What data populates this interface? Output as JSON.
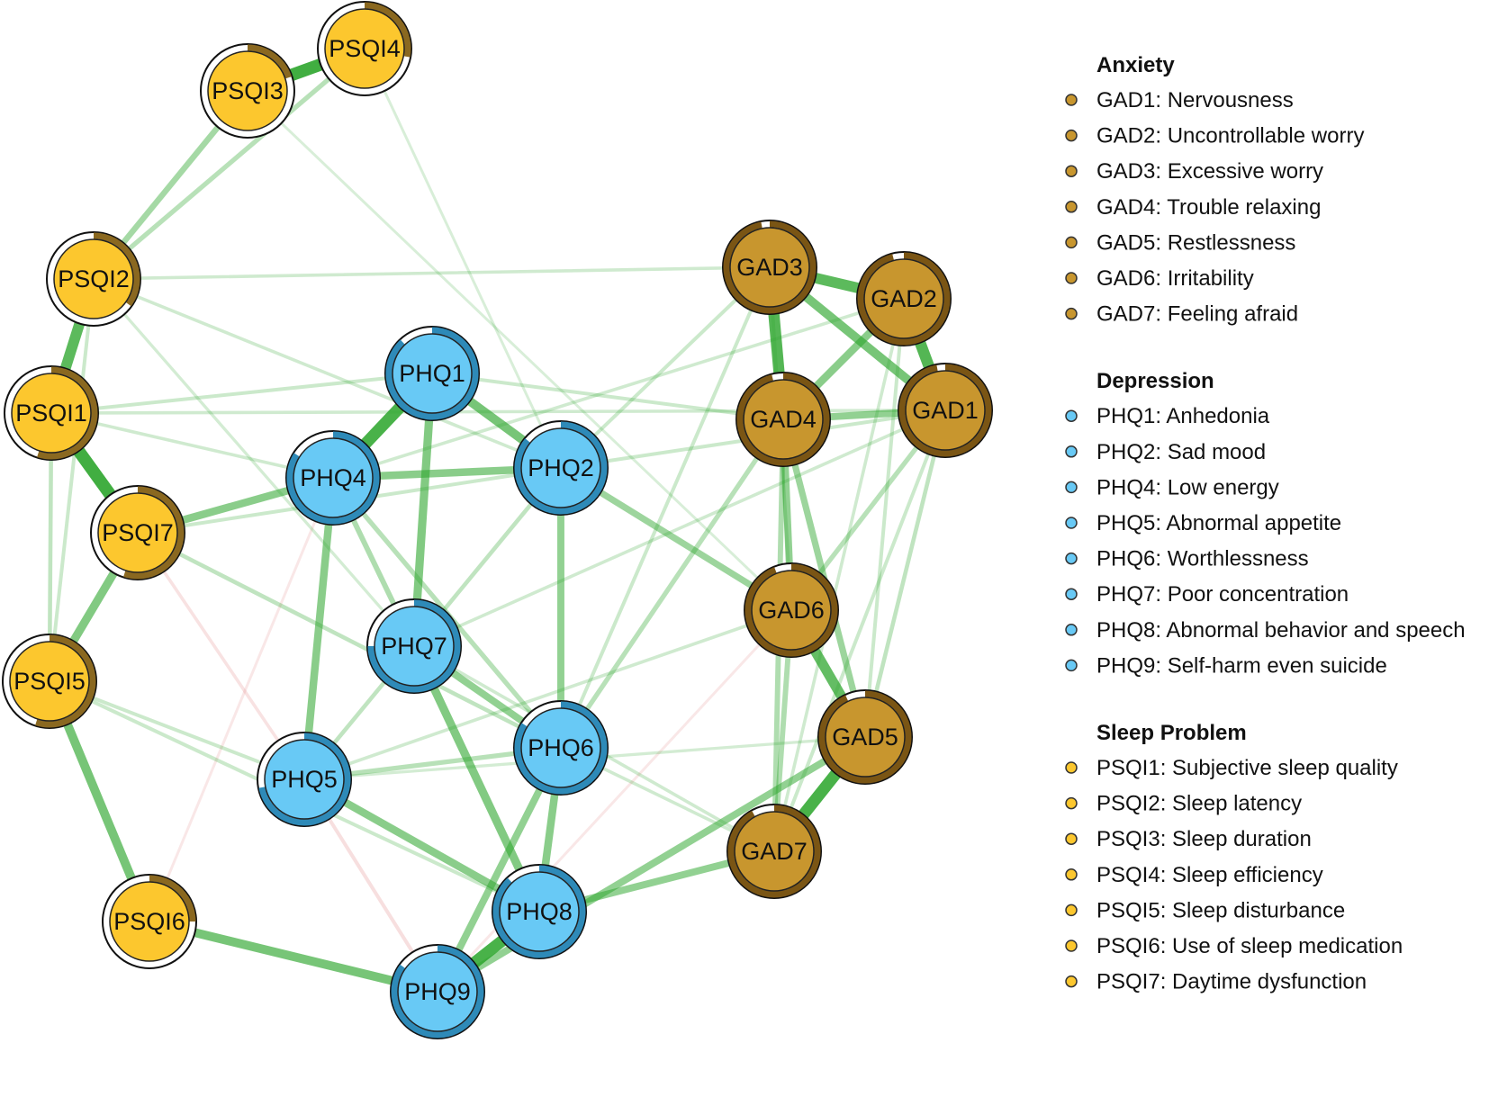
{
  "colors": {
    "anxiety": "#c8962e",
    "anxiety_ring": "#7a5514",
    "depression": "#68c9f5",
    "depression_ring": "#2e8ab8",
    "sleep": "#fcc72e",
    "sleep_ring": "#8a6820",
    "edge_positive": "#2ea62e",
    "edge_negative": "#e08080"
  },
  "nodes": [
    {
      "id": "GAD1",
      "group": "anxiety",
      "pie": 0.97
    },
    {
      "id": "GAD2",
      "group": "anxiety",
      "pie": 0.96
    },
    {
      "id": "GAD3",
      "group": "anxiety",
      "pie": 0.97
    },
    {
      "id": "GAD4",
      "group": "anxiety",
      "pie": 0.96
    },
    {
      "id": "GAD5",
      "group": "anxiety",
      "pie": 0.93
    },
    {
      "id": "GAD6",
      "group": "anxiety",
      "pie": 0.94
    },
    {
      "id": "GAD7",
      "group": "anxiety",
      "pie": 0.92
    },
    {
      "id": "PHQ1",
      "group": "depression",
      "pie": 0.88
    },
    {
      "id": "PHQ2",
      "group": "depression",
      "pie": 0.86
    },
    {
      "id": "PHQ4",
      "group": "depression",
      "pie": 0.84
    },
    {
      "id": "PHQ5",
      "group": "depression",
      "pie": 0.72
    },
    {
      "id": "PHQ6",
      "group": "depression",
      "pie": 0.84
    },
    {
      "id": "PHQ7",
      "group": "depression",
      "pie": 0.75
    },
    {
      "id": "PHQ8",
      "group": "depression",
      "pie": 0.88
    },
    {
      "id": "PHQ9",
      "group": "depression",
      "pie": 0.85
    },
    {
      "id": "PSQI1",
      "group": "sleep",
      "pie": 0.55
    },
    {
      "id": "PSQI2",
      "group": "sleep",
      "pie": 0.35
    },
    {
      "id": "PSQI3",
      "group": "sleep",
      "pie": 0.2
    },
    {
      "id": "PSQI4",
      "group": "sleep",
      "pie": 0.28
    },
    {
      "id": "PSQI5",
      "group": "sleep",
      "pie": 0.55
    },
    {
      "id": "PSQI6",
      "group": "sleep",
      "pie": 0.25
    },
    {
      "id": "PSQI7",
      "group": "sleep",
      "pie": 0.55
    }
  ],
  "edges": [
    {
      "from": "PSQI3",
      "to": "PSQI4",
      "weight": 0.9
    },
    {
      "from": "PSQI3",
      "to": "PSQI2",
      "weight": 0.35
    },
    {
      "from": "PSQI4",
      "to": "PSQI2",
      "weight": 0.25
    },
    {
      "from": "PSQI2",
      "to": "PSQI1",
      "weight": 0.75
    },
    {
      "from": "PSQI1",
      "to": "PSQI7",
      "weight": 0.9
    },
    {
      "from": "PSQI1",
      "to": "PSQI5",
      "weight": 0.2
    },
    {
      "from": "PSQI2",
      "to": "PSQI5",
      "weight": 0.15
    },
    {
      "from": "PSQI7",
      "to": "PSQI5",
      "weight": 0.55
    },
    {
      "from": "PSQI5",
      "to": "PSQI6",
      "weight": 0.6
    },
    {
      "from": "PSQI6",
      "to": "PHQ9",
      "weight": 0.6
    },
    {
      "from": "PSQI7",
      "to": "PHQ4",
      "weight": 0.5
    },
    {
      "from": "PSQI7",
      "to": "PHQ5",
      "weight": -0.12
    },
    {
      "from": "PSQI7",
      "to": "PHQ6",
      "weight": 0.2
    },
    {
      "from": "PSQI7",
      "to": "PHQ2",
      "weight": 0.15
    },
    {
      "from": "PSQI5",
      "to": "PHQ5",
      "weight": 0.15
    },
    {
      "from": "PSQI5",
      "to": "PHQ8",
      "weight": 0.15
    },
    {
      "from": "PSQI6",
      "to": "PHQ4",
      "weight": -0.08
    },
    {
      "from": "PSQI2",
      "to": "PHQ2",
      "weight": 0.12
    },
    {
      "from": "PSQI1",
      "to": "PHQ1",
      "weight": 0.15
    },
    {
      "from": "PSQI1",
      "to": "PHQ4",
      "weight": 0.12
    },
    {
      "from": "PSQI2",
      "to": "PHQ7",
      "weight": 0.1
    },
    {
      "from": "PSQI4",
      "to": "PHQ2",
      "weight": 0.08
    },
    {
      "from": "PSQI3",
      "to": "GAD6",
      "weight": 0.08
    },
    {
      "from": "PSQI2",
      "to": "GAD3",
      "weight": 0.12
    },
    {
      "from": "PSQI1",
      "to": "GAD1",
      "weight": 0.12
    },
    {
      "from": "PHQ1",
      "to": "PHQ4",
      "weight": 0.85
    },
    {
      "from": "PHQ1",
      "to": "PHQ2",
      "weight": 0.6
    },
    {
      "from": "PHQ1",
      "to": "PHQ7",
      "weight": 0.55
    },
    {
      "from": "PHQ4",
      "to": "PHQ2",
      "weight": 0.5
    },
    {
      "from": "PHQ4",
      "to": "PHQ5",
      "weight": 0.5
    },
    {
      "from": "PHQ4",
      "to": "PHQ6",
      "weight": 0.25
    },
    {
      "from": "PHQ4",
      "to": "PHQ7",
      "weight": 0.3
    },
    {
      "from": "PHQ2",
      "to": "PHQ6",
      "weight": 0.45
    },
    {
      "from": "PHQ2",
      "to": "PHQ7",
      "weight": 0.2
    },
    {
      "from": "PHQ2",
      "to": "GAD6",
      "weight": 0.4
    },
    {
      "from": "PHQ7",
      "to": "PHQ6",
      "weight": 0.45
    },
    {
      "from": "PHQ7",
      "to": "PHQ8",
      "weight": 0.55
    },
    {
      "from": "PHQ7",
      "to": "PHQ5",
      "weight": 0.2
    },
    {
      "from": "PHQ5",
      "to": "PHQ8",
      "weight": 0.5
    },
    {
      "from": "PHQ5",
      "to": "PHQ6",
      "weight": 0.25
    },
    {
      "from": "PHQ5",
      "to": "PHQ9",
      "weight": -0.15
    },
    {
      "from": "PHQ6",
      "to": "PHQ8",
      "weight": 0.5
    },
    {
      "from": "PHQ6",
      "to": "PHQ9",
      "weight": 0.45
    },
    {
      "from": "PHQ8",
      "to": "PHQ9",
      "weight": 0.85
    },
    {
      "from": "PHQ8",
      "to": "GAD7",
      "weight": 0.45
    },
    {
      "from": "PHQ9",
      "to": "GAD5",
      "weight": 0.45
    },
    {
      "from": "PHQ6",
      "to": "GAD4",
      "weight": 0.25
    },
    {
      "from": "PHQ6",
      "to": "GAD3",
      "weight": 0.15
    },
    {
      "from": "PHQ2",
      "to": "GAD3",
      "weight": 0.15
    },
    {
      "from": "PHQ2",
      "to": "GAD1",
      "weight": 0.15
    },
    {
      "from": "PHQ1",
      "to": "GAD4",
      "weight": 0.15
    },
    {
      "from": "PHQ4",
      "to": "GAD2",
      "weight": 0.12
    },
    {
      "from": "PHQ7",
      "to": "GAD1",
      "weight": 0.12
    },
    {
      "from": "PHQ5",
      "to": "GAD6",
      "weight": 0.12
    },
    {
      "from": "PHQ9",
      "to": "GAD6",
      "weight": -0.08
    },
    {
      "from": "PHQ7",
      "to": "GAD7",
      "weight": 0.12
    },
    {
      "from": "PHQ5",
      "to": "GAD5",
      "weight": 0.1
    },
    {
      "from": "PHQ6",
      "to": "GAD7",
      "weight": 0.12
    },
    {
      "from": "GAD3",
      "to": "GAD2",
      "weight": 0.75
    },
    {
      "from": "GAD3",
      "to": "GAD4",
      "weight": 0.8
    },
    {
      "from": "GAD3",
      "to": "GAD1",
      "weight": 0.6
    },
    {
      "from": "GAD2",
      "to": "GAD4",
      "weight": 0.5
    },
    {
      "from": "GAD2",
      "to": "GAD1",
      "weight": 0.8
    },
    {
      "from": "GAD4",
      "to": "GAD1",
      "weight": 0.45
    },
    {
      "from": "GAD4",
      "to": "GAD6",
      "weight": 0.45
    },
    {
      "from": "GAD4",
      "to": "GAD5",
      "weight": 0.4
    },
    {
      "from": "GAD4",
      "to": "GAD7",
      "weight": 0.3
    },
    {
      "from": "GAD6",
      "to": "GAD5",
      "weight": 0.7
    },
    {
      "from": "GAD6",
      "to": "GAD7",
      "weight": 0.3
    },
    {
      "from": "GAD5",
      "to": "GAD7",
      "weight": 0.85
    },
    {
      "from": "GAD1",
      "to": "GAD6",
      "weight": 0.25
    },
    {
      "from": "GAD1",
      "to": "GAD5",
      "weight": 0.2
    },
    {
      "from": "GAD1",
      "to": "GAD7",
      "weight": 0.15
    },
    {
      "from": "GAD2",
      "to": "GAD7",
      "weight": 0.12
    },
    {
      "from": "GAD2",
      "to": "GAD5",
      "weight": 0.15
    },
    {
      "from": "GAD3",
      "to": "GAD6",
      "weight": 0.15
    }
  ],
  "legend": [
    {
      "title": "Anxiety",
      "group": "anxiety",
      "items": [
        "GAD1: Nervousness",
        "GAD2: Uncontrollable worry",
        "GAD3: Excessive worry",
        "GAD4: Trouble relaxing",
        "GAD5: Restlessness",
        "GAD6: Irritability",
        "GAD7: Feeling afraid"
      ]
    },
    {
      "title": "Depression",
      "group": "depression",
      "items": [
        "PHQ1: Anhedonia",
        "PHQ2: Sad mood",
        "PHQ4: Low energy",
        "PHQ5: Abnormal appetite",
        "PHQ6: Worthlessness",
        "PHQ7: Poor concentration",
        "PHQ8: Abnormal behavior and speech",
        "PHQ9: Self-harm even suicide"
      ]
    },
    {
      "title": "Sleep Problem",
      "group": "sleep",
      "items": [
        "PSQI1: Subjective sleep quality",
        "PSQI2: Sleep latency",
        "PSQI3: Sleep duration",
        "PSQI4: Sleep efficiency",
        "PSQI5: Sleep disturbance",
        "PSQI6: Use of sleep medication",
        "PSQI7: Daytime dysfunction"
      ]
    }
  ]
}
